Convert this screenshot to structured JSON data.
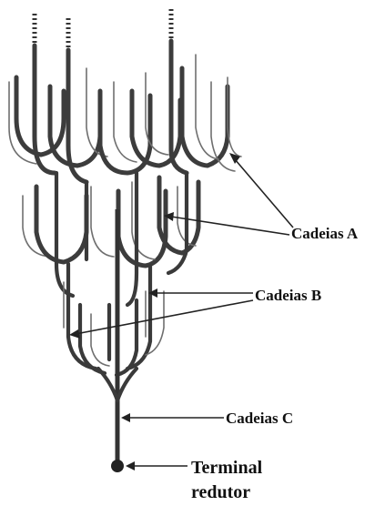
{
  "labels": {
    "chains_a": "Cadeias A",
    "chains_b": "Cadeias B",
    "chains_c": "Cadeias C",
    "terminal_line1": "Terminal",
    "terminal_line2": "redutor"
  },
  "colors": {
    "structure": "#333333",
    "thin_chain": "#6f6f6f",
    "arrow": "#222222",
    "background": "#ffffff"
  }
}
